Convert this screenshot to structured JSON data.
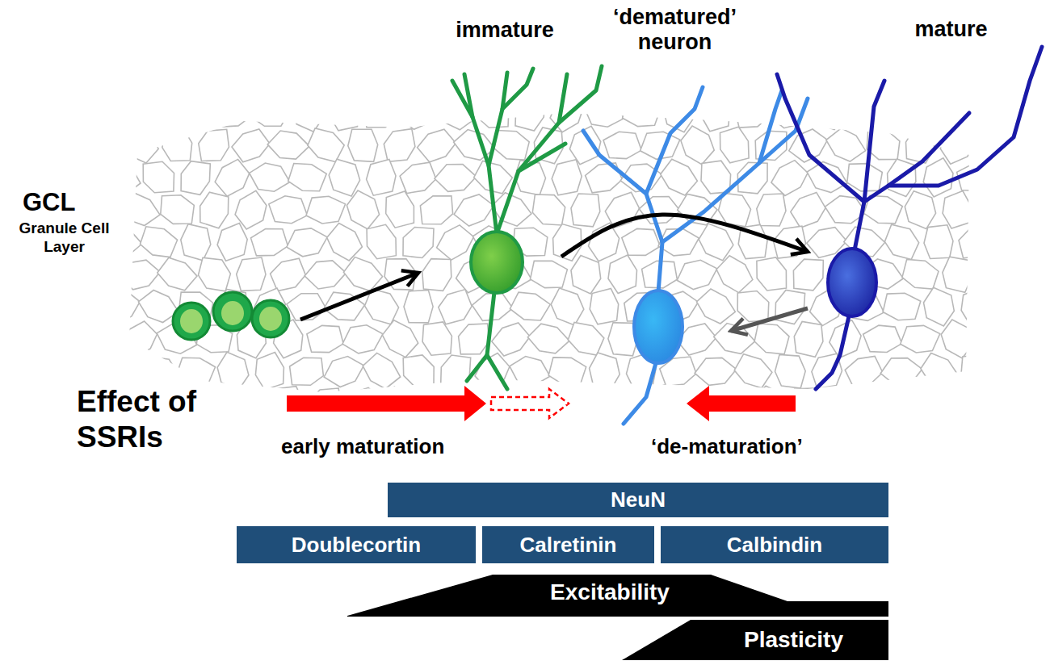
{
  "diagram": {
    "nodes": [
      {
        "text": [
          "immature"
        ]
      },
      {
        "text": [
          "‘dematured’ neuron"
        ]
      },
      {
        "text": [
          "mature"
        ]
      },
      {
        "text": [
          "NeuN"
        ]
      },
      {
        "text": [
          "Doublecortin"
        ]
      },
      {
        "text": [
          "Calretinin"
        ]
      },
      {
        "text": [
          "Calbindin"
        ]
      },
      {
        "text": [
          "Excitability"
        ]
      },
      {
        "text": [
          "Plasticity"
        ]
      }
    ],
    "edges": [
      {
        "from": 0,
        "to": 2,
        "arrow": "to"
      },
      {
        "from": 2,
        "to": 1,
        "arrow": "to"
      }
    ],
    "labels": [
      "GCL",
      "Granule Cell Layer",
      "Effect of SSRIs",
      "early maturation",
      "‘de-maturation’"
    ]
  }
}
